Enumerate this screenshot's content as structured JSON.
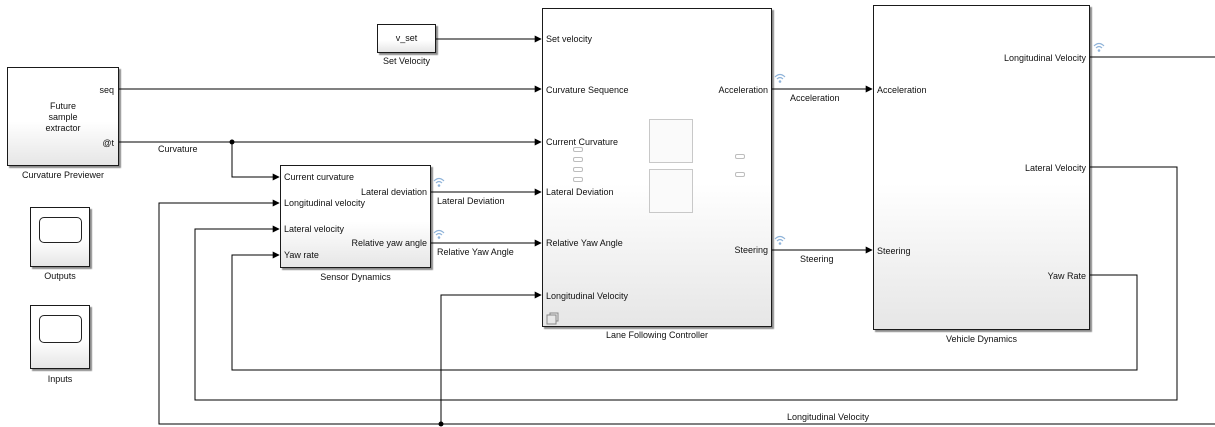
{
  "blocks": {
    "set_velocity": {
      "text": "v_set",
      "name": "Set Velocity"
    },
    "previewer": {
      "text": "Future\nsample\nextractor",
      "name": "Curvature Previewer",
      "outputs": [
        "seq",
        "@t"
      ]
    },
    "outputs_scope": {
      "name": "Outputs"
    },
    "inputs_scope": {
      "name": "Inputs"
    },
    "sensor": {
      "name": "Sensor Dynamics",
      "inputs": [
        "Current curvature",
        "Longitudinal velocity",
        "Lateral velocity",
        "Yaw rate"
      ],
      "outputs": [
        "Lateral deviation",
        "Relative yaw angle"
      ]
    },
    "controller": {
      "name": "Lane Following Controller",
      "inputs": [
        "Set velocity",
        "Curvature Sequence",
        "Current Curvature",
        "Lateral Deviation",
        "Relative Yaw Angle",
        "Longitudinal Velocity"
      ],
      "outputs": [
        "Acceleration",
        "Steering"
      ]
    },
    "vehicle": {
      "name": "Vehicle Dynamics",
      "inputs": [
        "Acceleration",
        "Steering"
      ],
      "outputs": [
        "Longitudinal Velocity",
        "Lateral Velocity",
        "Yaw Rate"
      ]
    }
  },
  "signals": {
    "curvature": "Curvature",
    "lateral_deviation": "Lateral Deviation",
    "relative_yaw_angle": "Relative Yaw Angle",
    "acceleration": "Acceleration",
    "steering": "Steering",
    "longitudinal_velocity": "Longitudinal Velocity"
  },
  "icons": [
    "wifi-signal-icon",
    "subsystem-badge-icon"
  ],
  "colors": {
    "wire": "#000000",
    "signal_icon": "#8fb3d9",
    "block_border": "#1a1a1a"
  }
}
